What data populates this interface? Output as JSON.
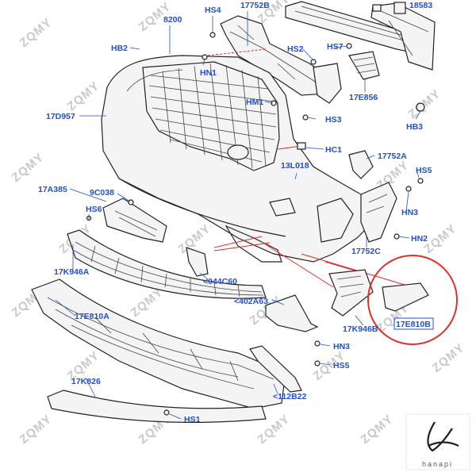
{
  "labels": {
    "l8200": "8200",
    "hs4": "HS4",
    "l17752b": "17752B",
    "l18583": "18583",
    "hb2": "HB2",
    "hn1": "HN1",
    "hs2": "HS2",
    "hs7": "HS7",
    "l17e856": "17E856",
    "l17d957": "17D957",
    "hm1": "HM1",
    "hs3": "HS3",
    "hb3": "HB3",
    "hc1": "HC1",
    "l17752a": "17752A",
    "l13l018": "13L018",
    "hs5a": "HS5",
    "l17a385": "17A385",
    "l9c038": "9C038",
    "hs6": "HS6",
    "hn3a": "HN3",
    "hn2": "HN2",
    "l17752c": "17752C",
    "l17k946a": "17K946A",
    "l044c60": "<044C60",
    "l402a63": "<402A63",
    "l17e810a": "17E810A",
    "l17k946b": "17K946B",
    "l17e810b": "17E810B",
    "hn3b": "HN3",
    "hs5b": "HS5",
    "l17k826": "17K826",
    "l112b22": "<112B22",
    "hs1": "HS1"
  },
  "watermark": "ZQMY",
  "brand": "hanapi",
  "colors": {
    "label": "#1f4fd8",
    "highlight": "#e0302a",
    "watermark": "#c9c9c9"
  }
}
